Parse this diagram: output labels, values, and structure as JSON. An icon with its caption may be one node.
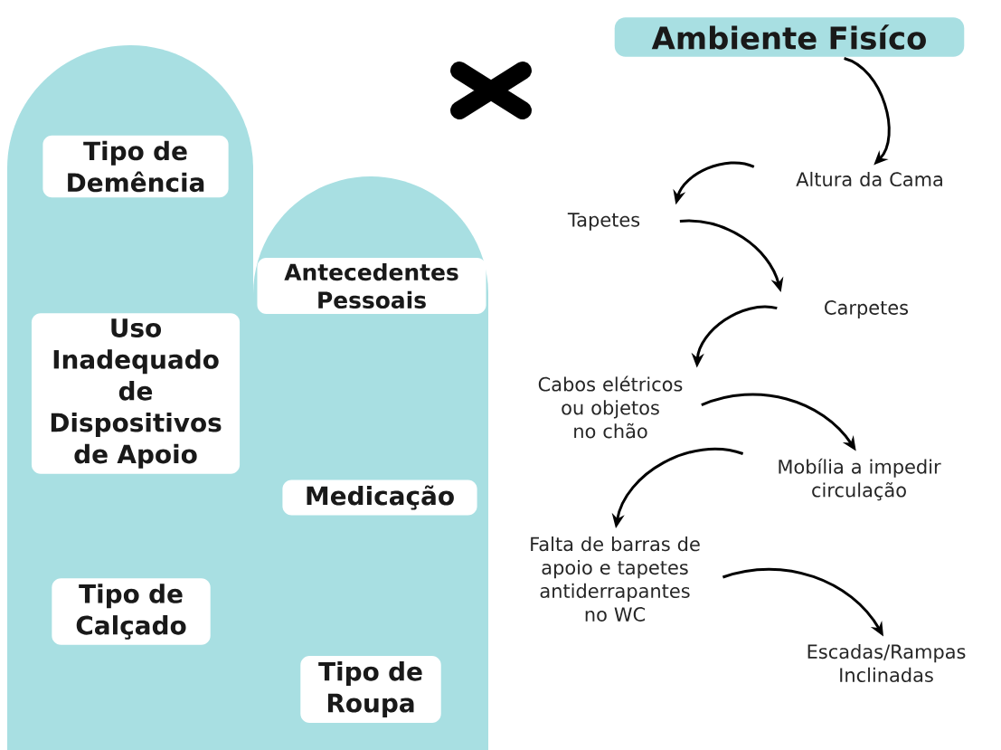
{
  "diagram": {
    "nodes": [
      {
        "text": [],
        "shape": "arch"
      },
      {
        "text": [],
        "shape": "arch"
      },
      {
        "text": [
          "Tipo de Demência"
        ],
        "in": 0
      },
      {
        "text": [
          "Uso Inadequado de Dispositivos de Apoio"
        ],
        "in": 0
      },
      {
        "text": [
          "Tipo de Calçado"
        ],
        "in": 0
      },
      {
        "text": [
          "Antecedentes Pessoais"
        ],
        "in": 1
      },
      {
        "text": [
          "Medicação"
        ],
        "in": 1
      },
      {
        "text": [
          "Tipo de Roupa"
        ],
        "in": 1
      },
      {
        "text": [
          "Ambiente Fisíco"
        ]
      },
      {
        "text": [
          "Altura da Cama"
        ]
      },
      {
        "text": [
          "Tapetes"
        ]
      },
      {
        "text": [
          "Carpetes"
        ]
      },
      {
        "text": [
          "Cabos elétricos ou objetos no chão"
        ]
      },
      {
        "text": [
          "Mobília a impedir circulação"
        ]
      },
      {
        "text": [
          "Falta de barras de apoio e tapetes antiderrapantes no WC"
        ]
      },
      {
        "text": [
          "Escadas/Rampas Inclinadas"
        ]
      }
    ],
    "edges": [
      {
        "from": 8,
        "to": 9,
        "arrow": "to"
      },
      {
        "from": 9,
        "to": 10,
        "arrow": "to"
      },
      {
        "from": 10,
        "to": 11,
        "arrow": "to"
      },
      {
        "from": 11,
        "to": 12,
        "arrow": "to"
      },
      {
        "from": 12,
        "to": 13,
        "arrow": "to"
      },
      {
        "from": 13,
        "to": 14,
        "arrow": "to"
      },
      {
        "from": 14,
        "to": 15,
        "arrow": "to"
      }
    ]
  }
}
